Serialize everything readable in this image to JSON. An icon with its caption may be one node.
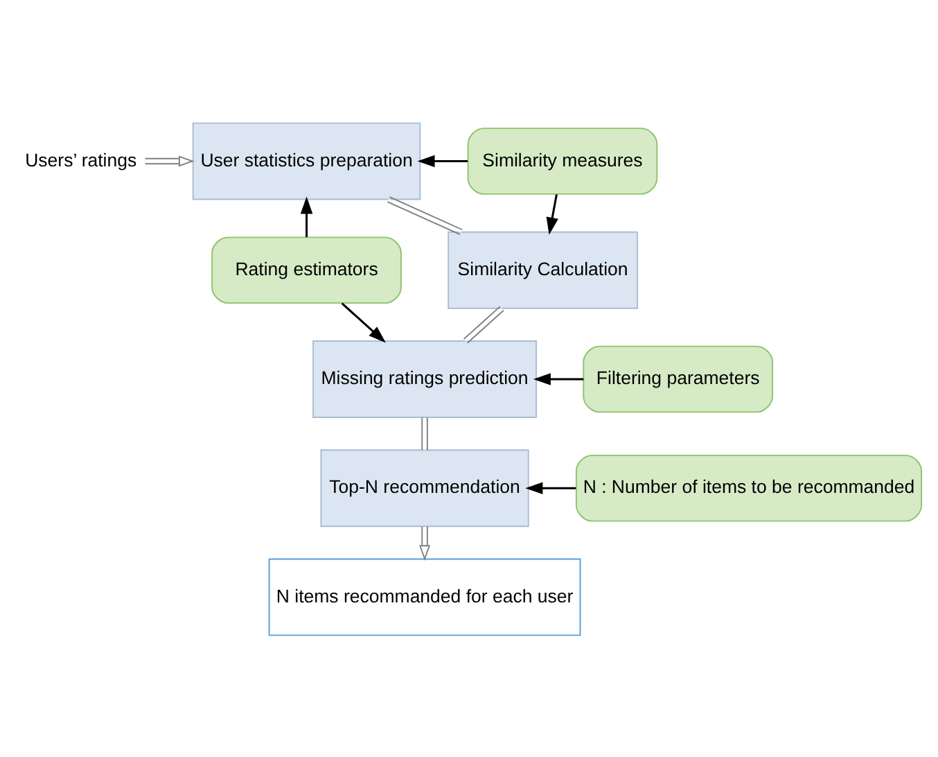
{
  "diagram": {
    "nodes": [
      {
        "text": [
          "Users’ ratings"
        ]
      },
      {
        "text": [
          "User statistics preparation"
        ]
      },
      {
        "text": [
          "Similarity Calculation"
        ]
      },
      {
        "text": [
          "Missing ratings prediction"
        ]
      },
      {
        "text": [
          "Top-N recommendation"
        ]
      },
      {
        "text": [
          "N items recommanded for each user"
        ]
      },
      {
        "text": [
          "Rating estimators"
        ]
      },
      {
        "text": [
          "Similarity measures"
        ]
      },
      {
        "text": [
          "Filtering parameters"
        ]
      },
      {
        "text": [
          "N : Number of items to be recommanded"
        ]
      }
    ],
    "edges": [
      {
        "from": 0,
        "to": 1,
        "arrow": "to",
        "color": "#7f7f7f"
      },
      {
        "from": 1,
        "to": 2,
        "arrow": "none",
        "color": "#7f7f7f"
      },
      {
        "from": 2,
        "to": 3,
        "arrow": "none",
        "color": "#7f7f7f"
      },
      {
        "from": 3,
        "to": 4,
        "arrow": "none",
        "color": "#7f7f7f"
      },
      {
        "from": 4,
        "to": 5,
        "arrow": "to",
        "color": "#7f7f7f"
      },
      {
        "from": 6,
        "to": 1,
        "arrow": "to"
      },
      {
        "from": 6,
        "to": 3,
        "arrow": "to"
      },
      {
        "from": 7,
        "to": 1,
        "arrow": "to"
      },
      {
        "from": 7,
        "to": 2,
        "arrow": "to"
      },
      {
        "from": 8,
        "to": 3,
        "arrow": "to"
      },
      {
        "from": 9,
        "to": 4,
        "arrow": "to"
      }
    ]
  }
}
